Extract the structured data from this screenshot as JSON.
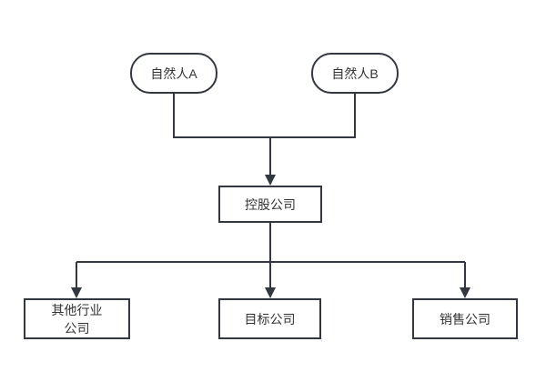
{
  "diagram": {
    "colors": {
      "background": "#ffffff",
      "stroke": "#333840",
      "text": "#333333"
    },
    "nodes": [
      {
        "id": "natural-person-a",
        "label": "自然人A",
        "shape": "rounded-rectangle"
      },
      {
        "id": "natural-person-b",
        "label": "自然人B",
        "shape": "rounded-rectangle"
      },
      {
        "id": "holding-company",
        "label": "控股公司",
        "shape": "rectangle"
      },
      {
        "id": "other-industry-company",
        "label": "其他行业\n公司",
        "shape": "rectangle"
      },
      {
        "id": "target-company",
        "label": "目标公司",
        "shape": "rectangle"
      },
      {
        "id": "sales-company",
        "label": "销售公司",
        "shape": "rectangle"
      }
    ],
    "edges": [
      {
        "from": "natural-person-a",
        "to": "holding-company",
        "arrow": true
      },
      {
        "from": "natural-person-b",
        "to": "holding-company",
        "arrow": true
      },
      {
        "from": "holding-company",
        "to": "other-industry-company",
        "arrow": true
      },
      {
        "from": "holding-company",
        "to": "target-company",
        "arrow": true
      },
      {
        "from": "holding-company",
        "to": "sales-company",
        "arrow": true
      }
    ]
  }
}
